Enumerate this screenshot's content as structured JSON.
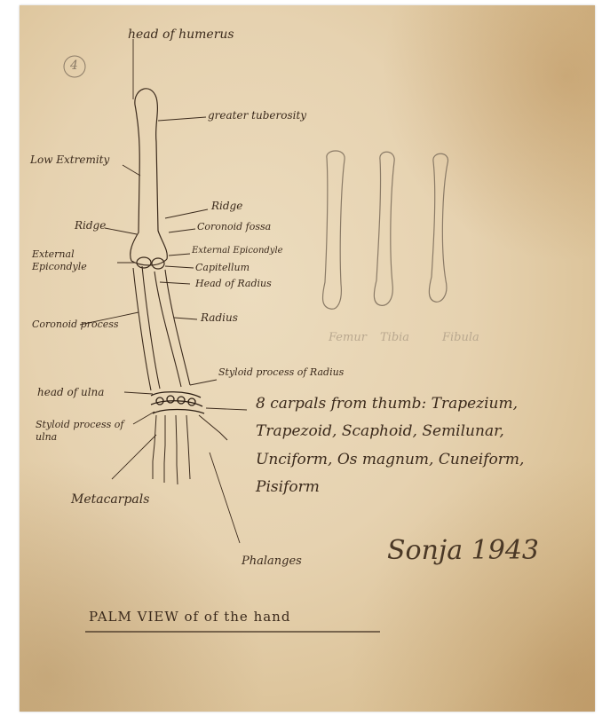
{
  "page_number": "4",
  "labels": {
    "head_of_humerus": "head of humerus",
    "greater_tuberosity": "greater tuberosity",
    "lower_extremity": "Low Extremity",
    "ridge_upper": "Ridge",
    "ridge_left": "Ridge",
    "coronoid_fossa": "Coronoid fossa",
    "external_epicondyle": "External Epicondyle",
    "internal_epicondyle": "External Epicondyle",
    "capitellum": "Capitellum",
    "head_of_radius": "Head of Radius",
    "coronoid_process": "Coronoid process",
    "radius": "Radius",
    "styloid_process_of_radius": "Styloid process of Radius",
    "head_of_ulna": "head of ulna",
    "styloid_process_of_ulna": "Styloid process of ulna",
    "carpals_note": "8 carpals from thumb: Trapezium, Trapezoid, Scaphoid, Semilunar, Unciform, Os magnum, Cuneiform, Pisiform",
    "metacarpals": "Metacarpals",
    "phalanges": "Phalanges"
  },
  "faint_labels": [
    "Femur",
    "Tibia",
    "Fibula"
  ],
  "signature": "Sonja 1943",
  "caption": "PALM VIEW of of the hand",
  "colors": {
    "paper": "#e6d2b0",
    "ink": "#3b2a1c",
    "pencil": "#8a7a66"
  }
}
